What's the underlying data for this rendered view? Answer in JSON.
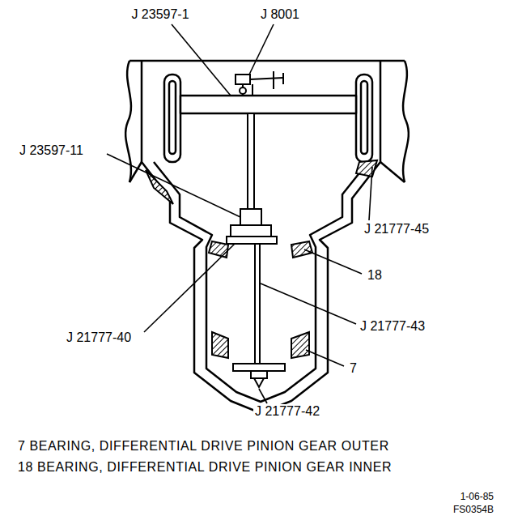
{
  "diagram": {
    "labels": [
      "J 23597-1",
      "J 8001",
      "J 23597-11",
      "J 21777-45",
      "18",
      "J 21777-40",
      "J 21777-43",
      "7",
      "J 21777-42",
      "7 BEARING, DIFFERENTIAL DRIVE PINION GEAR OUTER",
      "18 BEARING, DIFFERENTIAL DRIVE PINION GEAR INNER",
      "1-06-85",
      "FS0354B"
    ]
  }
}
